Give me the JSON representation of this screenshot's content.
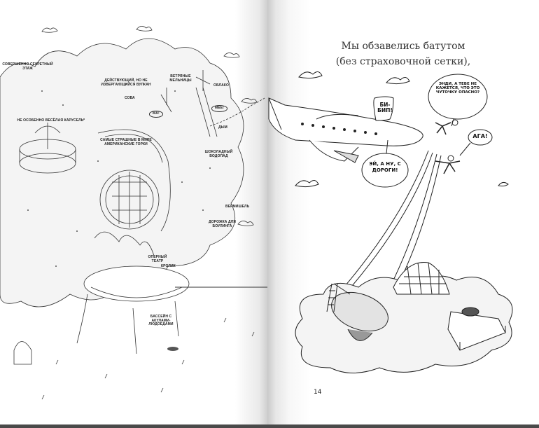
{
  "left_page": {
    "labels": [
      "СОВЕРШЕННО СЕКРЕТНЫЙ ЭТАЖ",
      "ДЕЙСТВУЮЩИЙ, НО НЕ ИЗВЕРГАЮЩИЙСЯ ВУЛКАН",
      "ВЕТРЯНЫЕ МЕЛЬНИЦЫ",
      "ОБЛАКО",
      "СОВА",
      "МА!",
      "МЕЕ!",
      "ДЫМ",
      "НЕ ОСОБЕННО ВЕСЁЛАЯ КАРУСЕЛЬ",
      "САМЫЕ СТРАШНЫЕ В МИРЕ АМЕРИКАНСКИЕ ГОРКИ",
      "ШОКОЛАДНЫЙ ВОДОПАД",
      "ВЕРМИШЕЛЬ",
      "ДОРОЖКА ДЛЯ БОУЛИНГА",
      "ОПЕРНЫЙ ТЕАТР",
      "КРОЛИК",
      "БАССЕЙН С АКУЛАМИ-ЛЮДОЕДАМИ"
    ]
  },
  "right_page": {
    "caption_line1": "Мы обзавелись батутом",
    "caption_line2": "(без страховочной сетки),",
    "bubbles": {
      "beep": "БИ-БИП!",
      "question": "ЭНДИ, А ТЕБЕ НЕ КАЖЕТСЯ, ЧТО ЭТО ЧУТОЧКУ ОПАСНО?",
      "answer": "АГА!",
      "pilot": "ЭЙ, А НУ, С ДОРОГИ!"
    },
    "page_number": "14"
  }
}
